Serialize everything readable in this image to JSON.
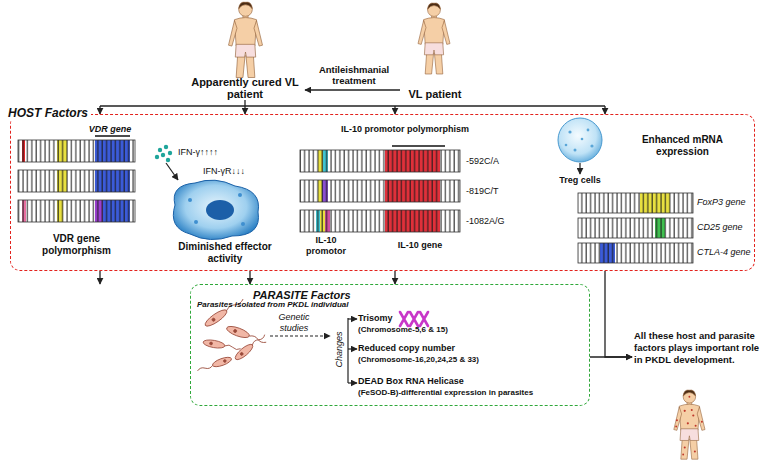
{
  "diagram": {
    "nodes": [
      {
        "text": [
          "Apparently cured VL patient"
        ]
      },
      {
        "text": [
          "VL patient"
        ]
      },
      {
        "text": [
          "HOST Factors"
        ]
      },
      {
        "text": [
          "PARASITE Factors"
        ]
      },
      {
        "text": [
          "Parasites isolated from PKDL individual"
        ],
        "in": 3
      },
      {
        "text": [
          "All these host and parasite factors plays important role in PKDL development."
        ]
      }
    ],
    "edges": [
      {
        "from": 1,
        "to": 0,
        "label": "Antileishmanial treatment",
        "arrow": "to"
      },
      {
        "from": 0,
        "to": 2,
        "arrow": "to"
      },
      {
        "from": 2,
        "to": 5,
        "arrow": "to"
      },
      {
        "from": 3,
        "to": 5,
        "arrow": "to"
      }
    ],
    "labels": [
      "VDR gene",
      "VDR gene polymorphism",
      "IFN-γ↑↑↑↑",
      "IFN-γR↓↓↓",
      "Diminished effector activity",
      "IL-10 promotor polymorphism",
      "-592C/A",
      "-819C/T",
      "-1082A/G",
      "IL-10 promotor",
      "IL-10 gene",
      "Enhanced mRNA expression",
      "Treg cells",
      "FoxP3 gene",
      "CD25 gene",
      "CTLA-4 gene",
      "Genetic studies",
      "Changes",
      "Trisomy",
      "(Chromosome-5,6 & 15)",
      "Reduced copy number",
      "(Chromosome-16,20,24,25 & 33)",
      "DEAD Box RNA Helicase",
      "(FeSOD-B)-differential expression in parasites"
    ]
  }
}
